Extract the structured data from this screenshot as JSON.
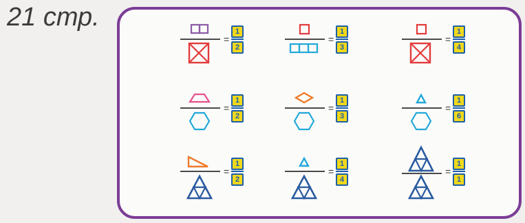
{
  "page_label": "21 стр.",
  "colors": {
    "panel_border": "#7b3d96",
    "badge_fill": "#f2d81b",
    "badge_border": "#1d5fa8",
    "purple": "#8c5aa6",
    "red": "#e43b3b",
    "cyan": "#22a9d8",
    "pink": "#e8508a",
    "orange": "#f07b2a",
    "blue": "#2a5aa0"
  },
  "exercises": [
    {
      "numerator_shape": "two-squares-icon",
      "denominator_shape": "square-with-x-icon",
      "result_numerator": "1",
      "result_denominator": "2"
    },
    {
      "numerator_shape": "square-icon",
      "denominator_shape": "three-squares-icon",
      "result_numerator": "1",
      "result_denominator": "3"
    },
    {
      "numerator_shape": "square-icon",
      "denominator_shape": "square-with-x-icon",
      "result_numerator": "1",
      "result_denominator": "4"
    },
    {
      "numerator_shape": "trapezoid-icon",
      "denominator_shape": "hexagon-icon",
      "result_numerator": "1",
      "result_denominator": "2"
    },
    {
      "numerator_shape": "rhombus-icon",
      "denominator_shape": "hexagon-icon",
      "result_numerator": "1",
      "result_denominator": "3"
    },
    {
      "numerator_shape": "triangle-icon",
      "denominator_shape": "hexagon-icon",
      "result_numerator": "1",
      "result_denominator": "6"
    },
    {
      "numerator_shape": "right-triangle-icon",
      "denominator_shape": "subdivided-triangle-icon",
      "result_numerator": "1",
      "result_denominator": "2"
    },
    {
      "numerator_shape": "triangle-icon",
      "denominator_shape": "subdivided-triangle-icon",
      "result_numerator": "1",
      "result_denominator": "4"
    },
    {
      "numerator_shape": "subdivided-triangle-icon",
      "denominator_shape": "subdivided-triangle-icon",
      "result_numerator": "1",
      "result_denominator": "1"
    }
  ]
}
